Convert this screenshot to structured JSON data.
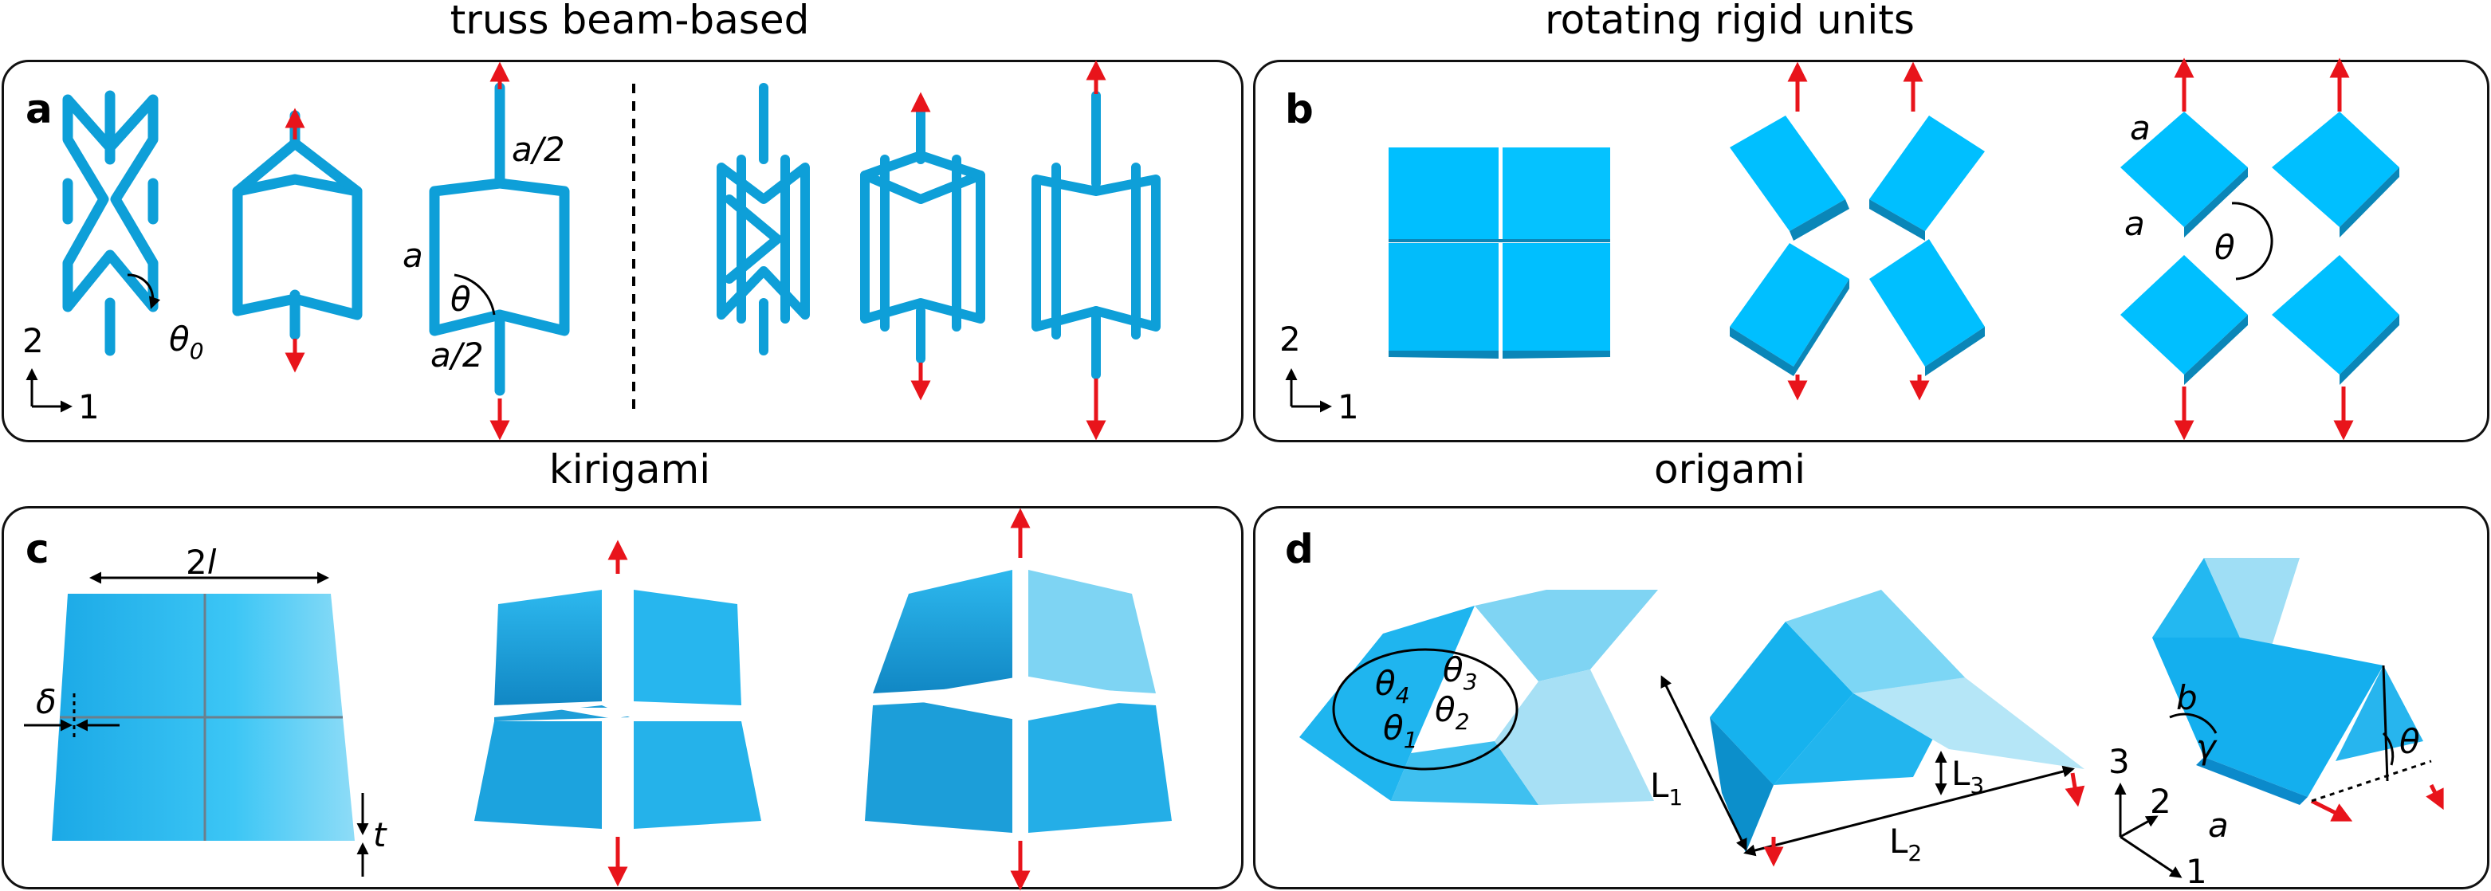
{
  "titles": {
    "truss": "truss beam-based",
    "rru": "rotating rigid units",
    "kirigami": "kirigami",
    "origami": "origami"
  },
  "panels": {
    "a": {
      "letter": "a",
      "labels": {
        "a_half_1": "a/2",
        "a": "a",
        "theta": "θ",
        "a_half_2": "a/2",
        "theta0": "θ",
        "theta0_sub": "0"
      },
      "axes": {
        "ax2": "2",
        "ax1": "1"
      }
    },
    "b": {
      "letter": "b",
      "labels": {
        "a1": "a",
        "a2": "a",
        "theta": "θ"
      },
      "axes": {
        "ax2": "2",
        "ax1": "1"
      }
    },
    "c": {
      "letter": "c",
      "labels": {
        "two": "2",
        "l": "l",
        "delta": "δ",
        "t": "t"
      }
    },
    "d": {
      "letter": "d",
      "labels": {
        "th4": "θ",
        "th4_sub": "4",
        "th3": "θ",
        "th3_sub": "3",
        "th1": "θ",
        "th1_sub": "1",
        "th2": "θ",
        "th2_sub": "2",
        "L1": "L",
        "L1_sub": "1",
        "L2": "L",
        "L2_sub": "2",
        "L3": "L",
        "L3_sub": "3",
        "b": "b",
        "gamma": "γ",
        "a": "a",
        "theta": "θ"
      },
      "axes": {
        "ax3": "3",
        "ax2": "2",
        "ax1": "1"
      }
    }
  },
  "colors": {
    "blue": "#00BFFF",
    "blue_dark": "#0A86B8",
    "blue_light": "#BDEBFA",
    "arrow": "#E8141B",
    "frame": "#111111"
  }
}
